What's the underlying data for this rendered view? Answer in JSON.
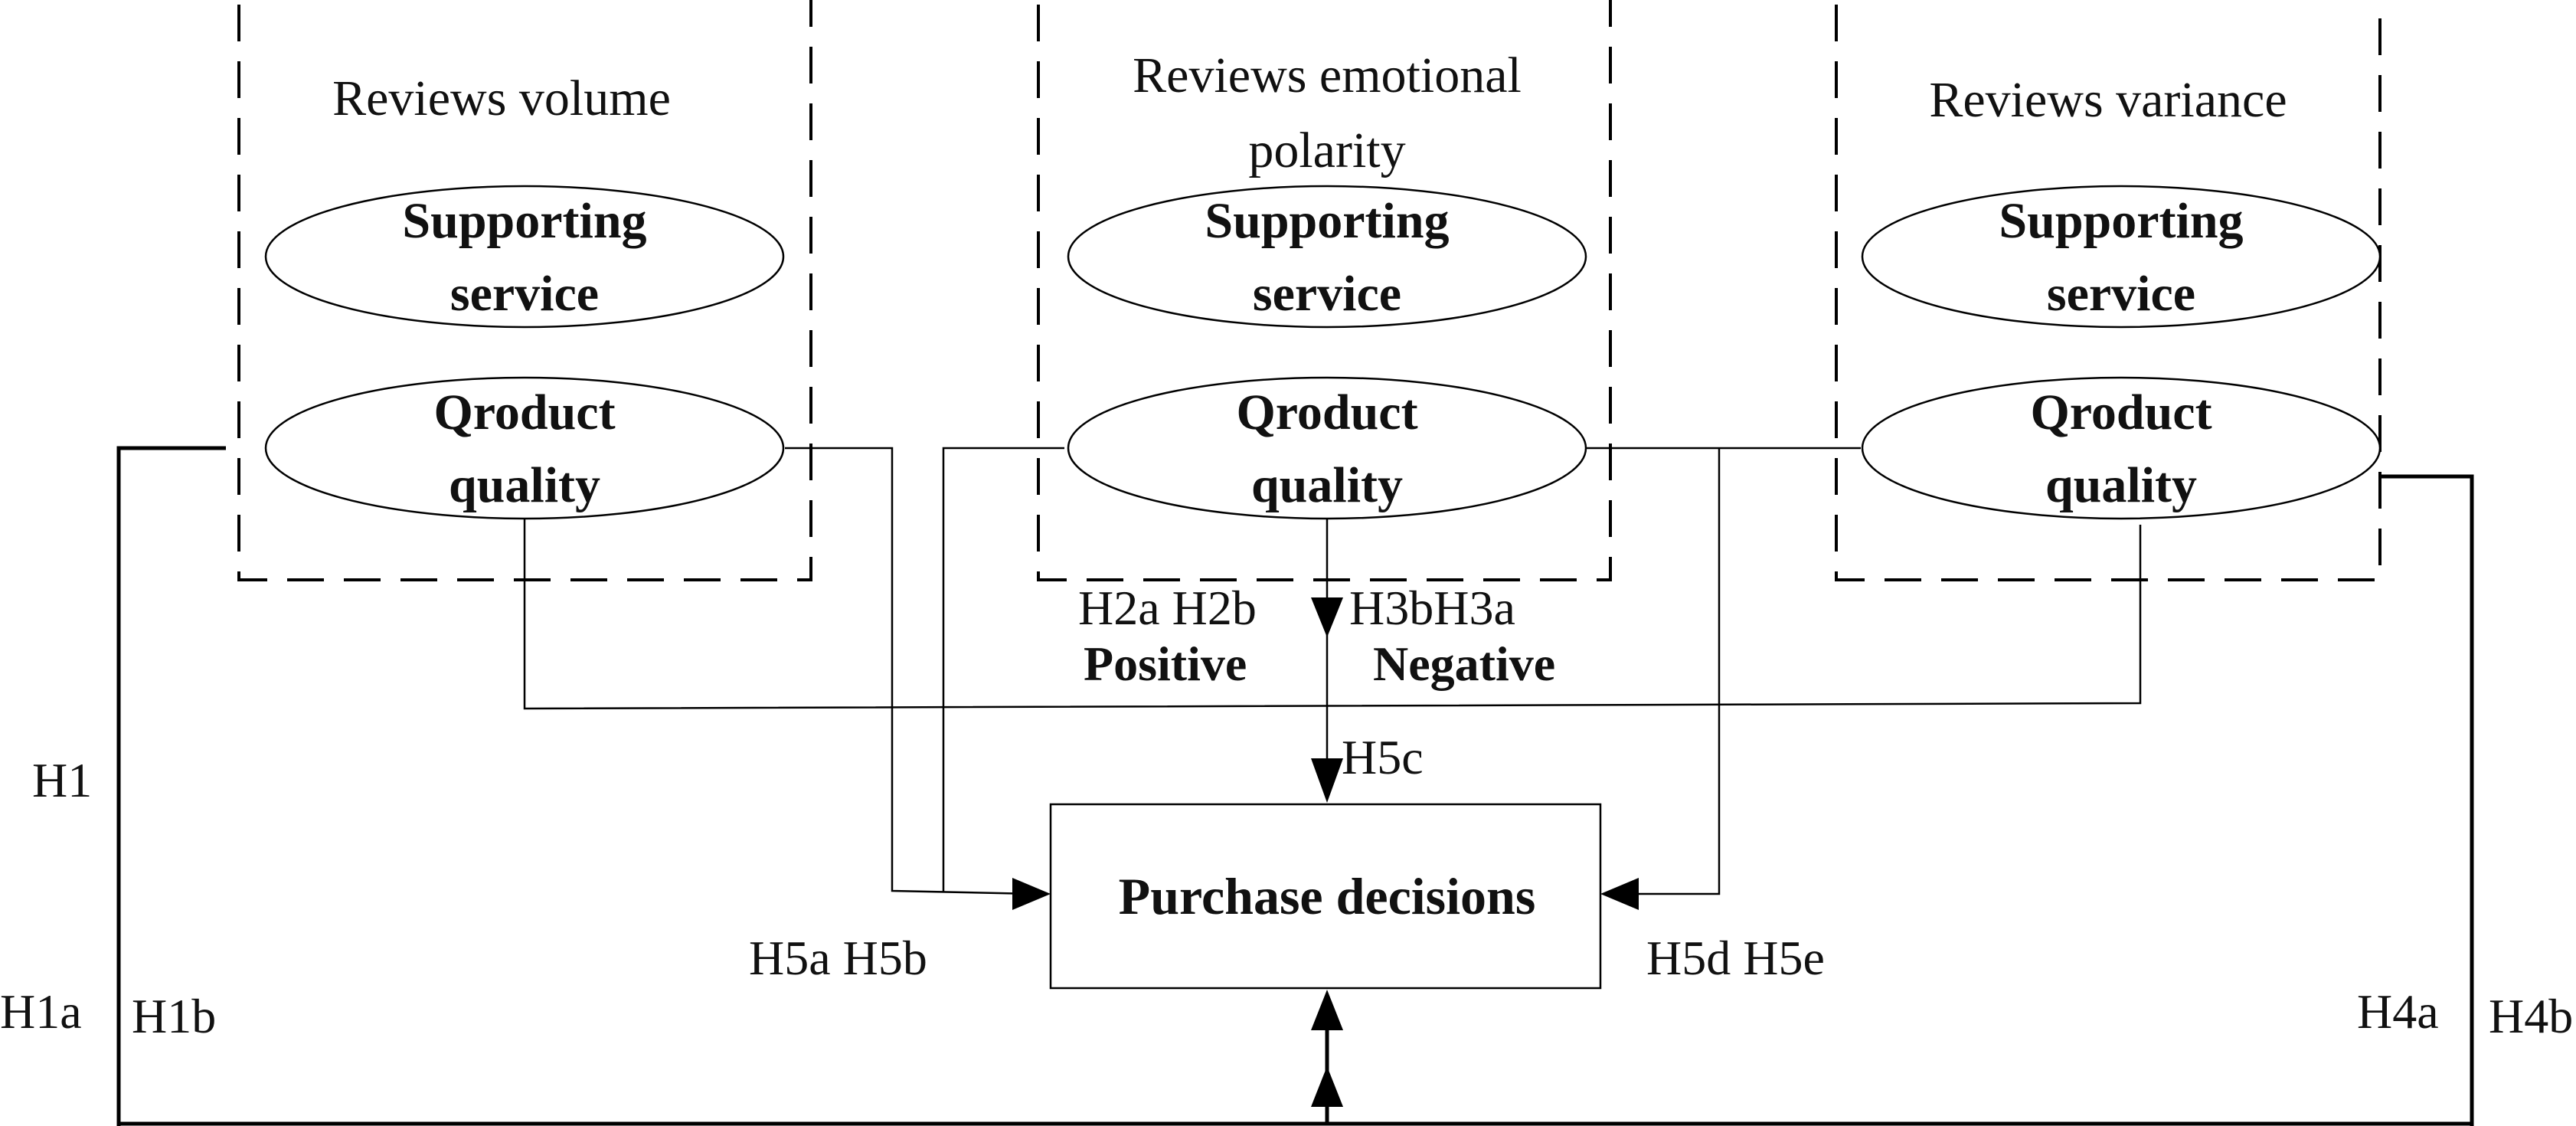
{
  "groups": [
    {
      "id": "volume",
      "title_lines": [
        "Reviews volume"
      ]
    },
    {
      "id": "polarity",
      "title_lines": [
        "Reviews emotional",
        "polarity"
      ]
    },
    {
      "id": "variance",
      "title_lines": [
        "Reviews variance"
      ]
    }
  ],
  "ovals": {
    "supporting_service": [
      "Supporting",
      "service"
    ],
    "product_quality": [
      "Qroduct",
      "quality"
    ]
  },
  "outcome": {
    "label": "Purchase decisions"
  },
  "hypotheses": {
    "h1": "H1",
    "h1a": "H1a",
    "h1b": "H1b",
    "h2a_h2b": "H2a H2b",
    "h3b_h3a": "H3bH3a",
    "positive": "Positive",
    "negative": "Negative",
    "h5c": "H5c",
    "h5a_h5b": "H5a H5b",
    "h5d_h5e": "H5d H5e",
    "h4a": "H4a",
    "h4b": "H4b"
  },
  "colors": {
    "stroke": "#000000",
    "background": "#ffffff",
    "text": "#111111"
  }
}
